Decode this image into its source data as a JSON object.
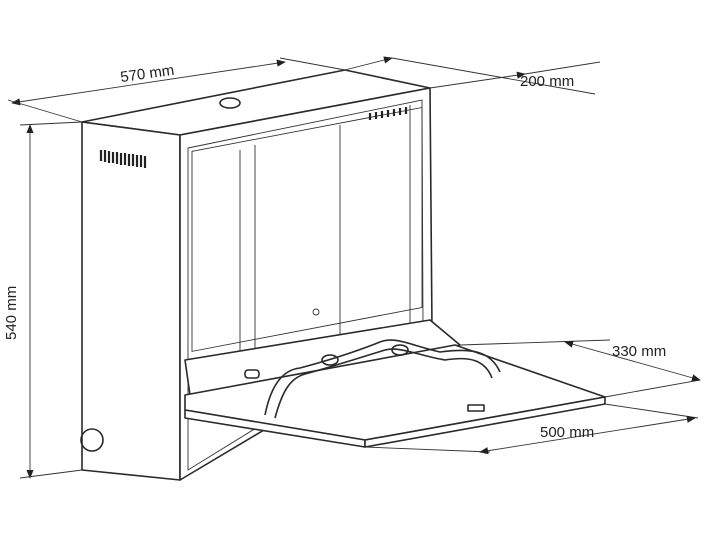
{
  "title": "Wall-mounted fold-down cabinet dimensions",
  "dimensions": {
    "width": "570 mm",
    "depth": "200 mm",
    "height": "540 mm",
    "shelf_depth": "330 mm",
    "shelf_width": "500 mm"
  },
  "colors": {
    "line": "#2a2a2a",
    "background": "#ffffff"
  }
}
